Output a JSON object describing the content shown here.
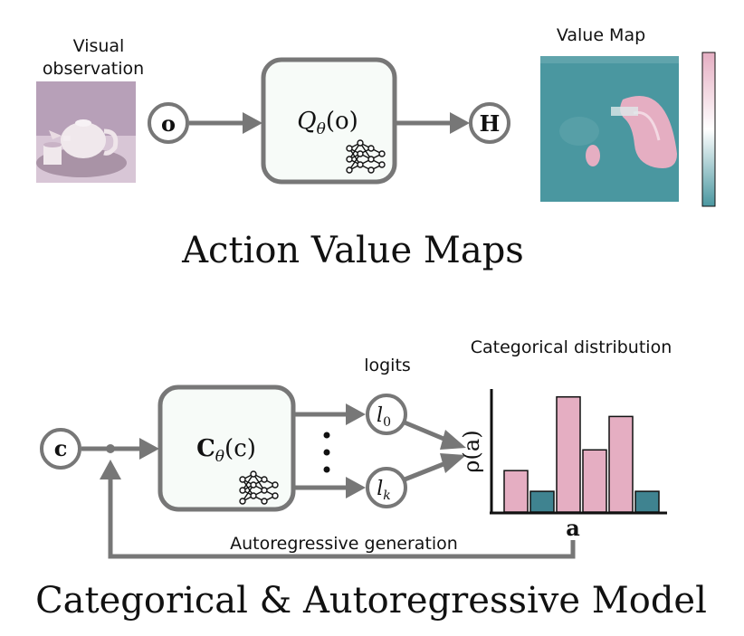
{
  "top": {
    "input_label": "Visual\nobservation",
    "input_node": "o",
    "model_label": "Q",
    "model_sub": "θ",
    "model_arg": "(o)",
    "output_node": "H",
    "output_label": "Value Map",
    "section_title": "Action Value Maps"
  },
  "bottom": {
    "input_node": "c",
    "model_label": "C",
    "model_sub": "θ",
    "model_arg": "(c)",
    "logits_label": "logits",
    "logit_first": "l",
    "logit_first_sub": "0",
    "logit_last": "l",
    "logit_last_sub": "k",
    "dots": "⋮",
    "section_title": "Categorical & Autoregressive Model",
    "loop_label": "Autoregressive generation"
  },
  "chart_data": {
    "type": "bar",
    "title": "Categorical distribution",
    "xlabel": "a",
    "ylabel": "ρ(a)",
    "values": [
      0.36,
      0.18,
      1.0,
      0.54,
      0.83,
      0.18
    ],
    "colors": [
      "#e5aec2",
      "#3f8390",
      "#e5aec2",
      "#e5aec2",
      "#e5aec2",
      "#3f8390"
    ],
    "ylim": [
      0,
      1.1
    ]
  },
  "colors": {
    "stroke": "#777777",
    "teal": "#4a97a0",
    "pink": "#e5aec2"
  },
  "icons": [
    "neural-network-icon"
  ]
}
